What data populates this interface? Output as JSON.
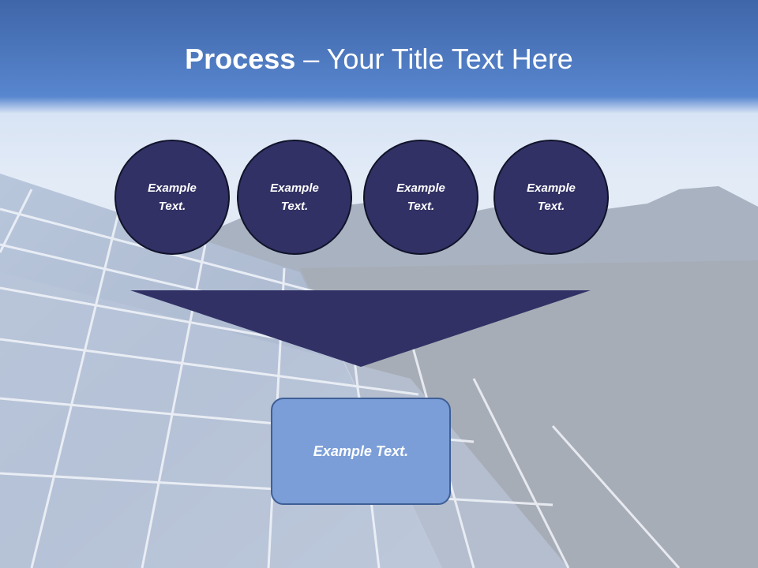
{
  "slide": {
    "title_bold": "Process",
    "title_rest": " – Your Title Text Here",
    "steps": [
      "Example Text.",
      "Example Text.",
      "Example Text.",
      "Example Text."
    ],
    "result": "Example Text."
  },
  "theme": {
    "header_blue": "#4a78c0",
    "circle_fill": "#313165",
    "funnel_fill": "#313165",
    "box_fill": "#7b9ed8",
    "box_border": "#3f5f96"
  },
  "background": "solar-panels-desert-photo"
}
